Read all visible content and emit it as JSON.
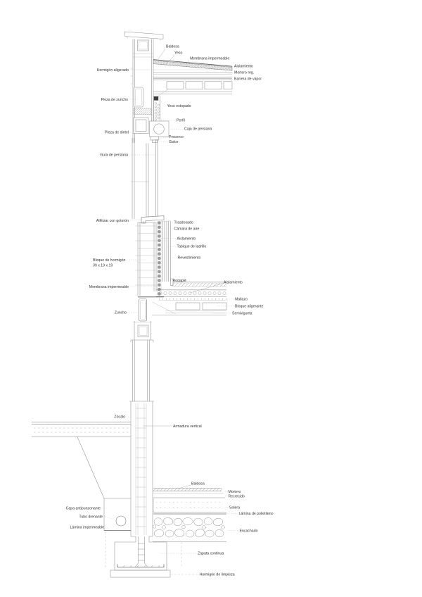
{
  "drawing": {
    "type": "architectural construction section detail",
    "language": "es",
    "colors": {
      "line": "#8c8c8c",
      "text": "#333333",
      "background": "#ffffff"
    }
  },
  "labels": {
    "baldosa_roof": "Baldosa",
    "yeso": "Yeso",
    "membrana_impermeable_roof": "Membrana impermeable",
    "hormigon_aligerado": "Hormigón aligerado",
    "aislamiento_roof": "Aislamiento",
    "mortero_reg": "Mortero reg.",
    "barrera_vapor": "Barrera de vapor",
    "pieza_zuncho": "Pieza de zuncho",
    "yeso_estopado": "Yeso estopado",
    "perfil": "Perfil",
    "caja_persiana": "Caja de persiana",
    "pieza_dintel": "Pieza de dintel",
    "precerco": "Precerco",
    "galce": "Galce",
    "guia_persiana": "Guía de persiana",
    "alfeizar": "Alféizar con goterón",
    "trasdosado": "Trasdosado",
    "camara_aire": "Cámara de aire",
    "aislamiento_wall": "Aislamiento",
    "tabique_ladrillo": "Tabique de ladrillo",
    "revestimiento": "Revestimiento",
    "bloque_hormigon_1": "Bloque de hormigón",
    "bloque_hormigon_2": "39 x 19 x 19",
    "rodapie": "Rodapié",
    "aislamiento_floor": "Aislamiento",
    "membrana_impermeable_wall": "Membrana impermeable",
    "mallazo": "Mallazo",
    "bloque_aligerante": "Bloque aligerante",
    "zuncho": "Zuncho",
    "semivigueta": "Semivigueta",
    "zocalo": "Zócalo",
    "armadura_vertical": "Armadura vertical",
    "baldosa_floor": "Baldosa",
    "mortero": "Mortero",
    "recrecido": "Recrecido",
    "capa_antipunzonante": "Capa antipunzonante",
    "solera": "Solera",
    "tubo_drenante": "Tubo drenante",
    "lamina_polietileno": "Lámina de polietileno",
    "lamina_impermeable": "Lámina impermeable",
    "encachado": "Encachado",
    "zapata_continua": "Zapata continua",
    "hormigon_limpieza": "Hormigón de limpieza"
  }
}
